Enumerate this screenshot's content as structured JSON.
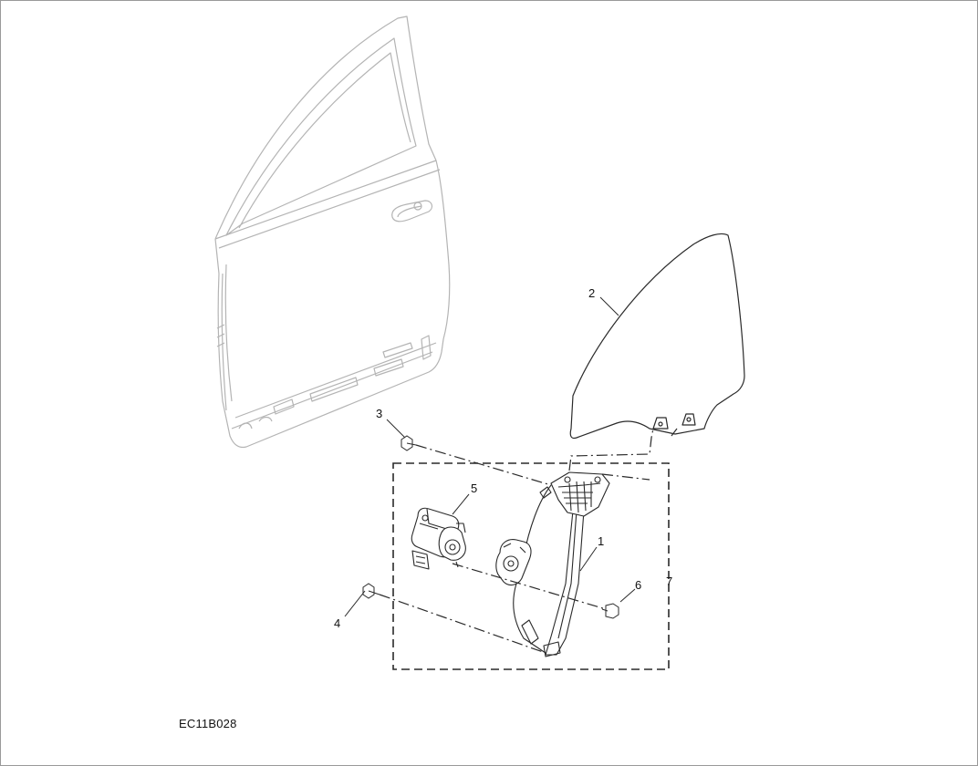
{
  "figure": {
    "id_label": "EC11B028",
    "callouts": [
      {
        "key": "c1",
        "label": "1"
      },
      {
        "key": "c2",
        "label": "2"
      },
      {
        "key": "c3",
        "label": "3"
      },
      {
        "key": "c4",
        "label": "4"
      },
      {
        "key": "c5",
        "label": "5"
      },
      {
        "key": "c6",
        "label": "6"
      },
      {
        "key": "c7",
        "label": "7"
      }
    ]
  },
  "colors": {
    "line": "#2a2a2a",
    "panel_line": "#b0b0b0",
    "frame": "#9a9a9a"
  }
}
